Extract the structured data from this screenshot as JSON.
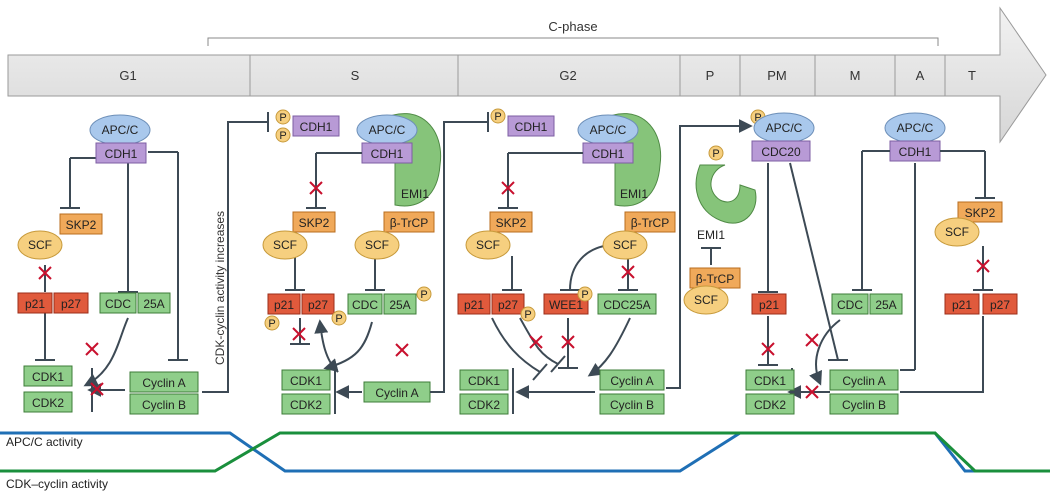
{
  "timeline": {
    "superphase": "C-phase",
    "phases": [
      "G1",
      "S",
      "G2",
      "P",
      "PM",
      "M",
      "A",
      "T"
    ]
  },
  "side_label": "CDK-cyclin activity increases",
  "legend": {
    "apc": "APC/C activity",
    "cdk": "CDK–cyclin activity"
  },
  "labels": {
    "apcc": "APC/C",
    "cdh1": "CDH1",
    "cdc20": "CDC20",
    "skp2": "SKP2",
    "scf": "SCF",
    "btrcp": "β-TrCP",
    "emi1": "EMI1",
    "p21": "p21",
    "p27": "p27",
    "cdc": "CDC",
    "a25": "25A",
    "cdc25a": "CDC25A",
    "wee1": "WEE1",
    "cdk1": "CDK1",
    "cdk2": "CDK2",
    "cyclinA": "Cyclin A",
    "cyclinB": "Cyclin B",
    "cyclin": "Cyclin",
    "a": "A",
    "b": "B",
    "P": "P"
  },
  "colors": {
    "apc_line": "#1f6fb5",
    "cdk_line": "#1a8f3c",
    "apcc_fill": "#a9c8ec",
    "cdh1_fill": "#b89ad6",
    "scf_fill": "#f6cf7f",
    "skp2_fill": "#f0a95a",
    "p21_fill": "#e05a3c",
    "cdk_fill": "#8fce8a",
    "emi1_fill": "#86c47a",
    "inhibit_x": "#c8102e"
  }
}
